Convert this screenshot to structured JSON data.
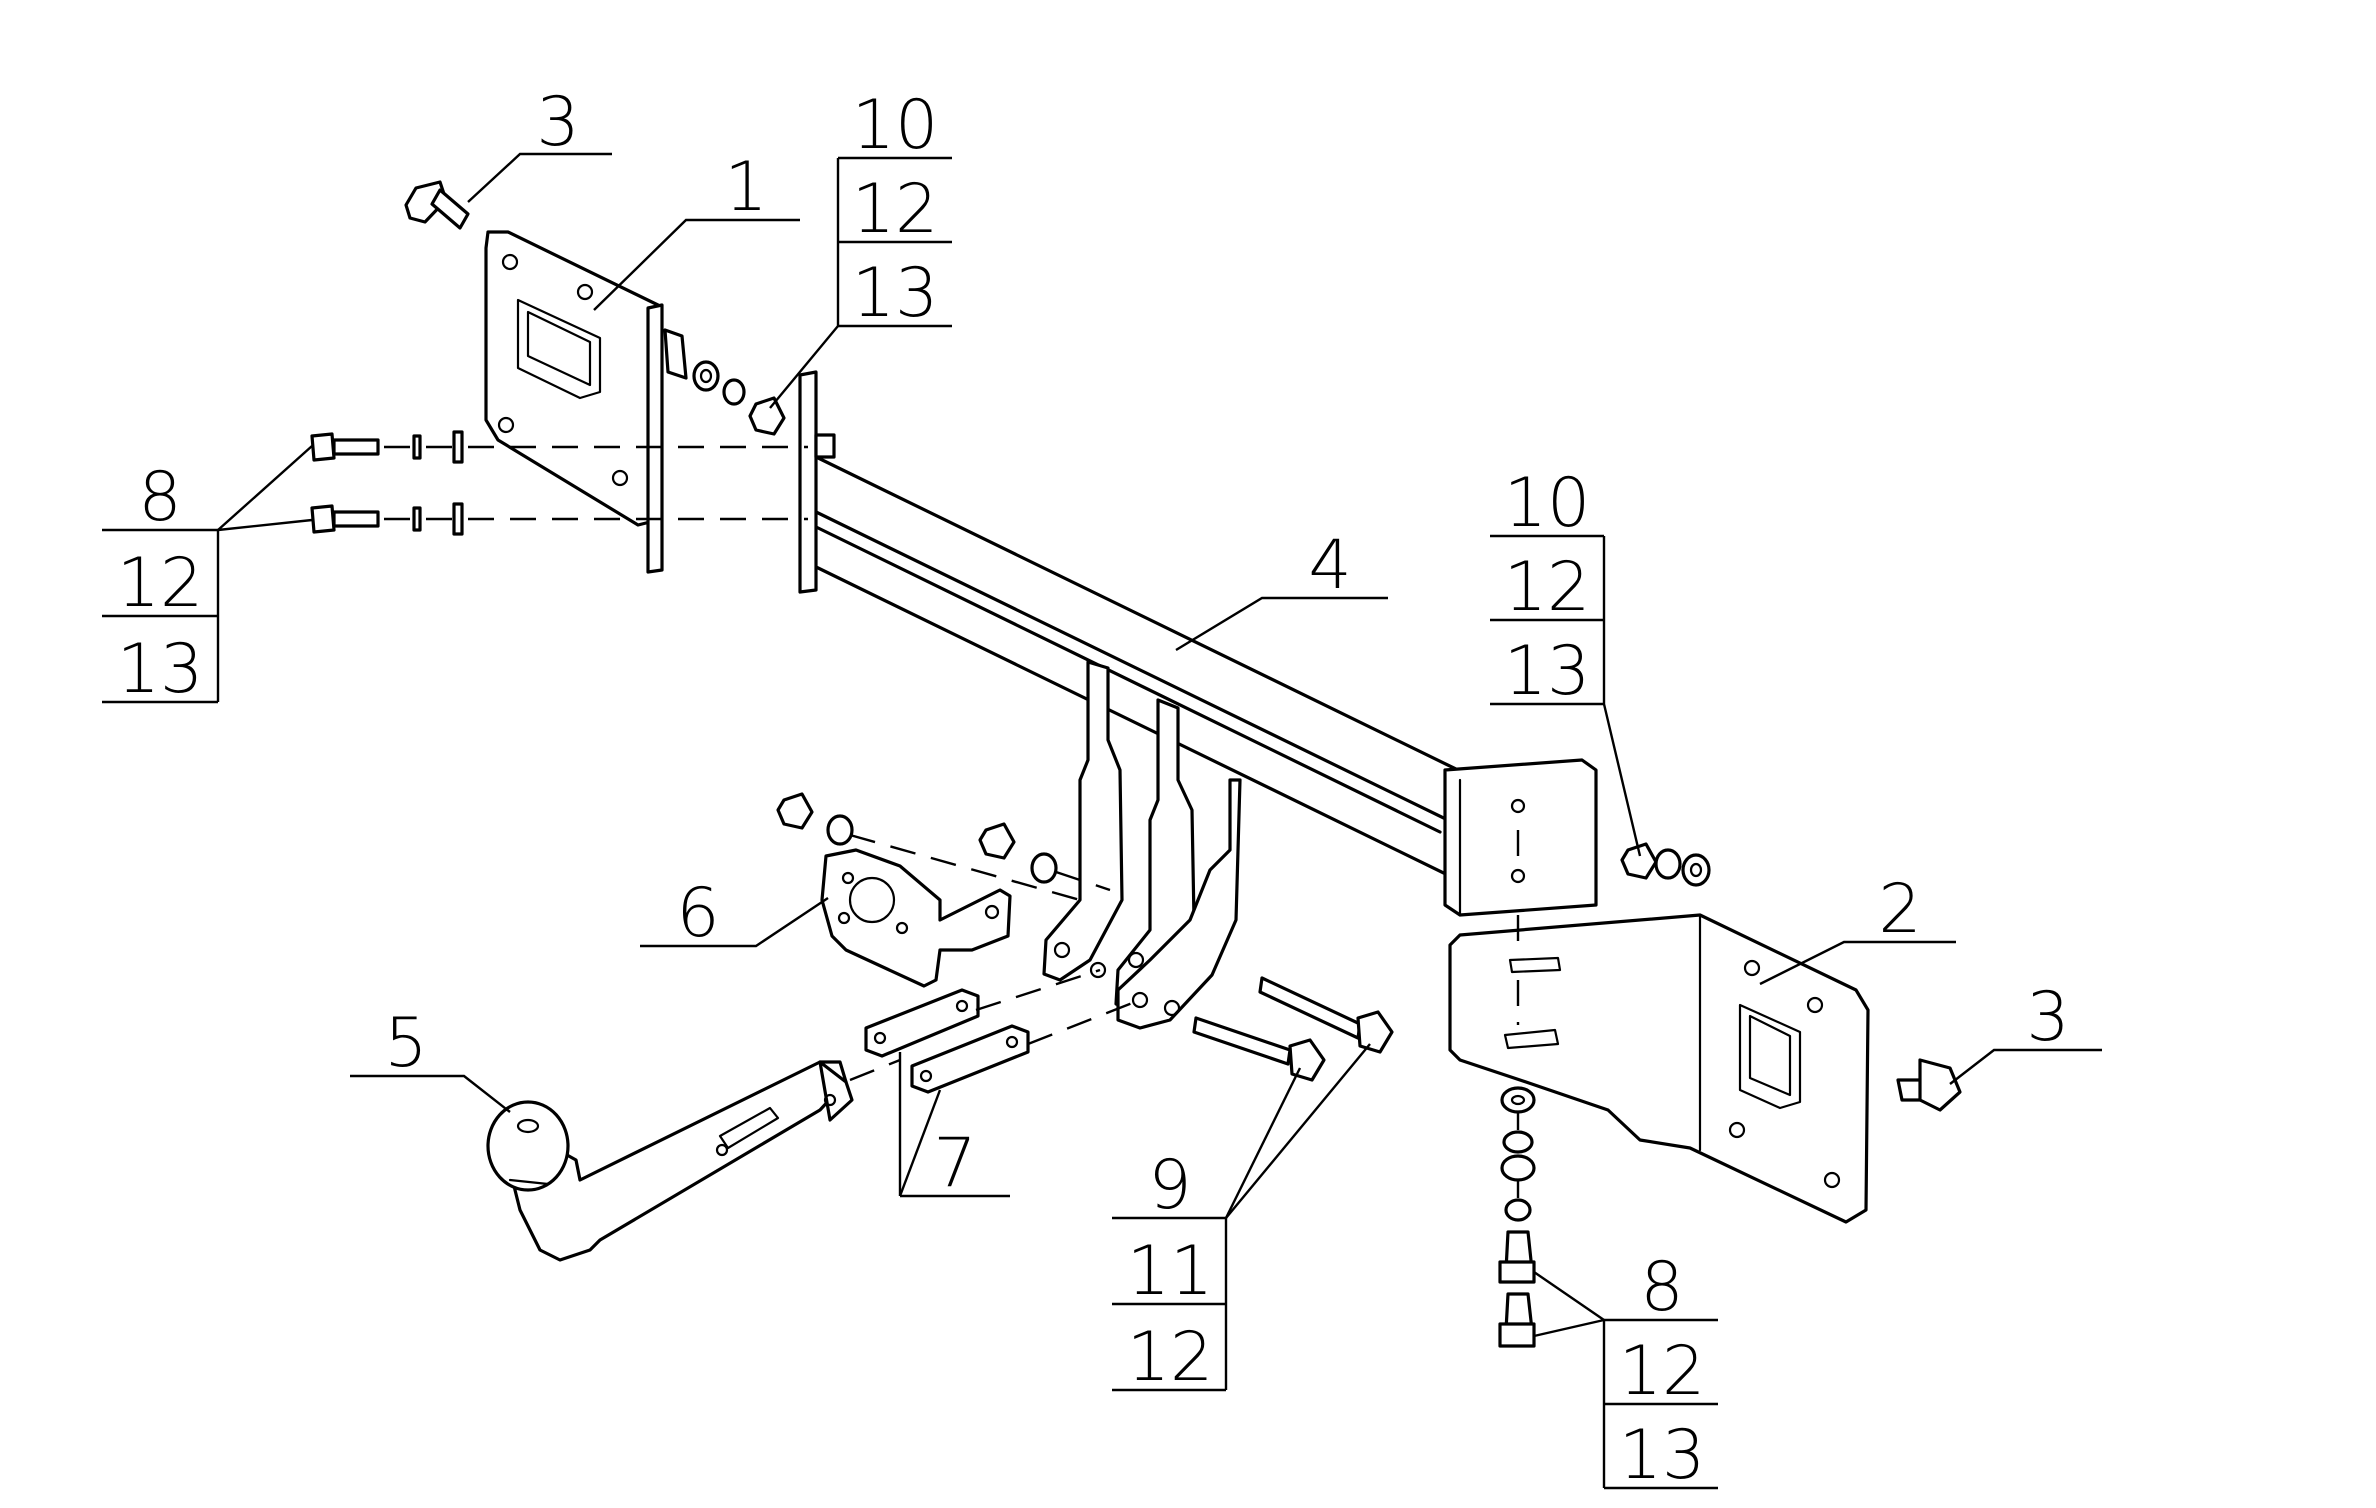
{
  "labels": {
    "l1": "1",
    "l2": "2",
    "l3a": "3",
    "l3b": "3",
    "l4": "4",
    "l5": "5",
    "l6": "6",
    "l7": "7",
    "l9": "9"
  },
  "stacks": {
    "topCenter": [
      "10",
      "12",
      "13"
    ],
    "left": [
      "8",
      "12",
      "13"
    ],
    "right": [
      "10",
      "12",
      "13"
    ],
    "bottomMid": [
      "11",
      "12"
    ],
    "bottomRight": [
      "8",
      "12",
      "13"
    ]
  }
}
